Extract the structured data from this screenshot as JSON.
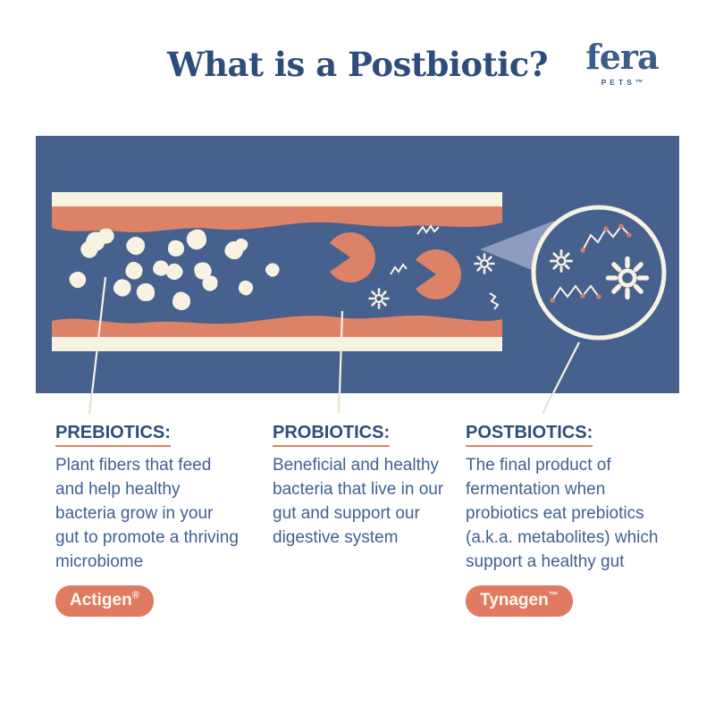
{
  "header": {
    "title": "What is a Postbiotic?",
    "brand": "fera",
    "brand_sub": "PETS™"
  },
  "colors": {
    "page_bg": "#ffffff",
    "panel_blue": "#46618e",
    "coral_wall": "#dd8266",
    "badge_coral": "#e07a60",
    "cream": "#f8f2e2",
    "heading_blue": "#2e4d7c",
    "body_blue": "#41618e",
    "beam": "#96a2c3",
    "chain_dot": "#cd7d6d"
  },
  "diagram": {
    "icons": [
      "intestine-tube",
      "prebiotic-fiber-blobs",
      "probiotic-pacman-bacteria",
      "bacteria-flagella-icon",
      "zigzag-molecule-icon",
      "magnifier-circle",
      "metabolite-chain-icon"
    ]
  },
  "columns": [
    {
      "heading": "PREBIOTICS:",
      "body": "Plant fibers that feed\nand help healthy\nbacteria grow in your\ngut to promote a thriving\nmicrobiome",
      "badge": "Actigen",
      "badge_mark": "®"
    },
    {
      "heading": "PROBIOTICS:",
      "body": "Beneficial and healthy\nbacteria that live in our\ngut and support our\ndigestive system"
    },
    {
      "heading": "POSTBIOTICS:",
      "body": "The final product of\nfermentation when\nprobiotics eat prebiotics\n(a.k.a. metabolites) which\nsupport a healthy gut",
      "badge": "Tynagen",
      "badge_mark": "™"
    }
  ]
}
